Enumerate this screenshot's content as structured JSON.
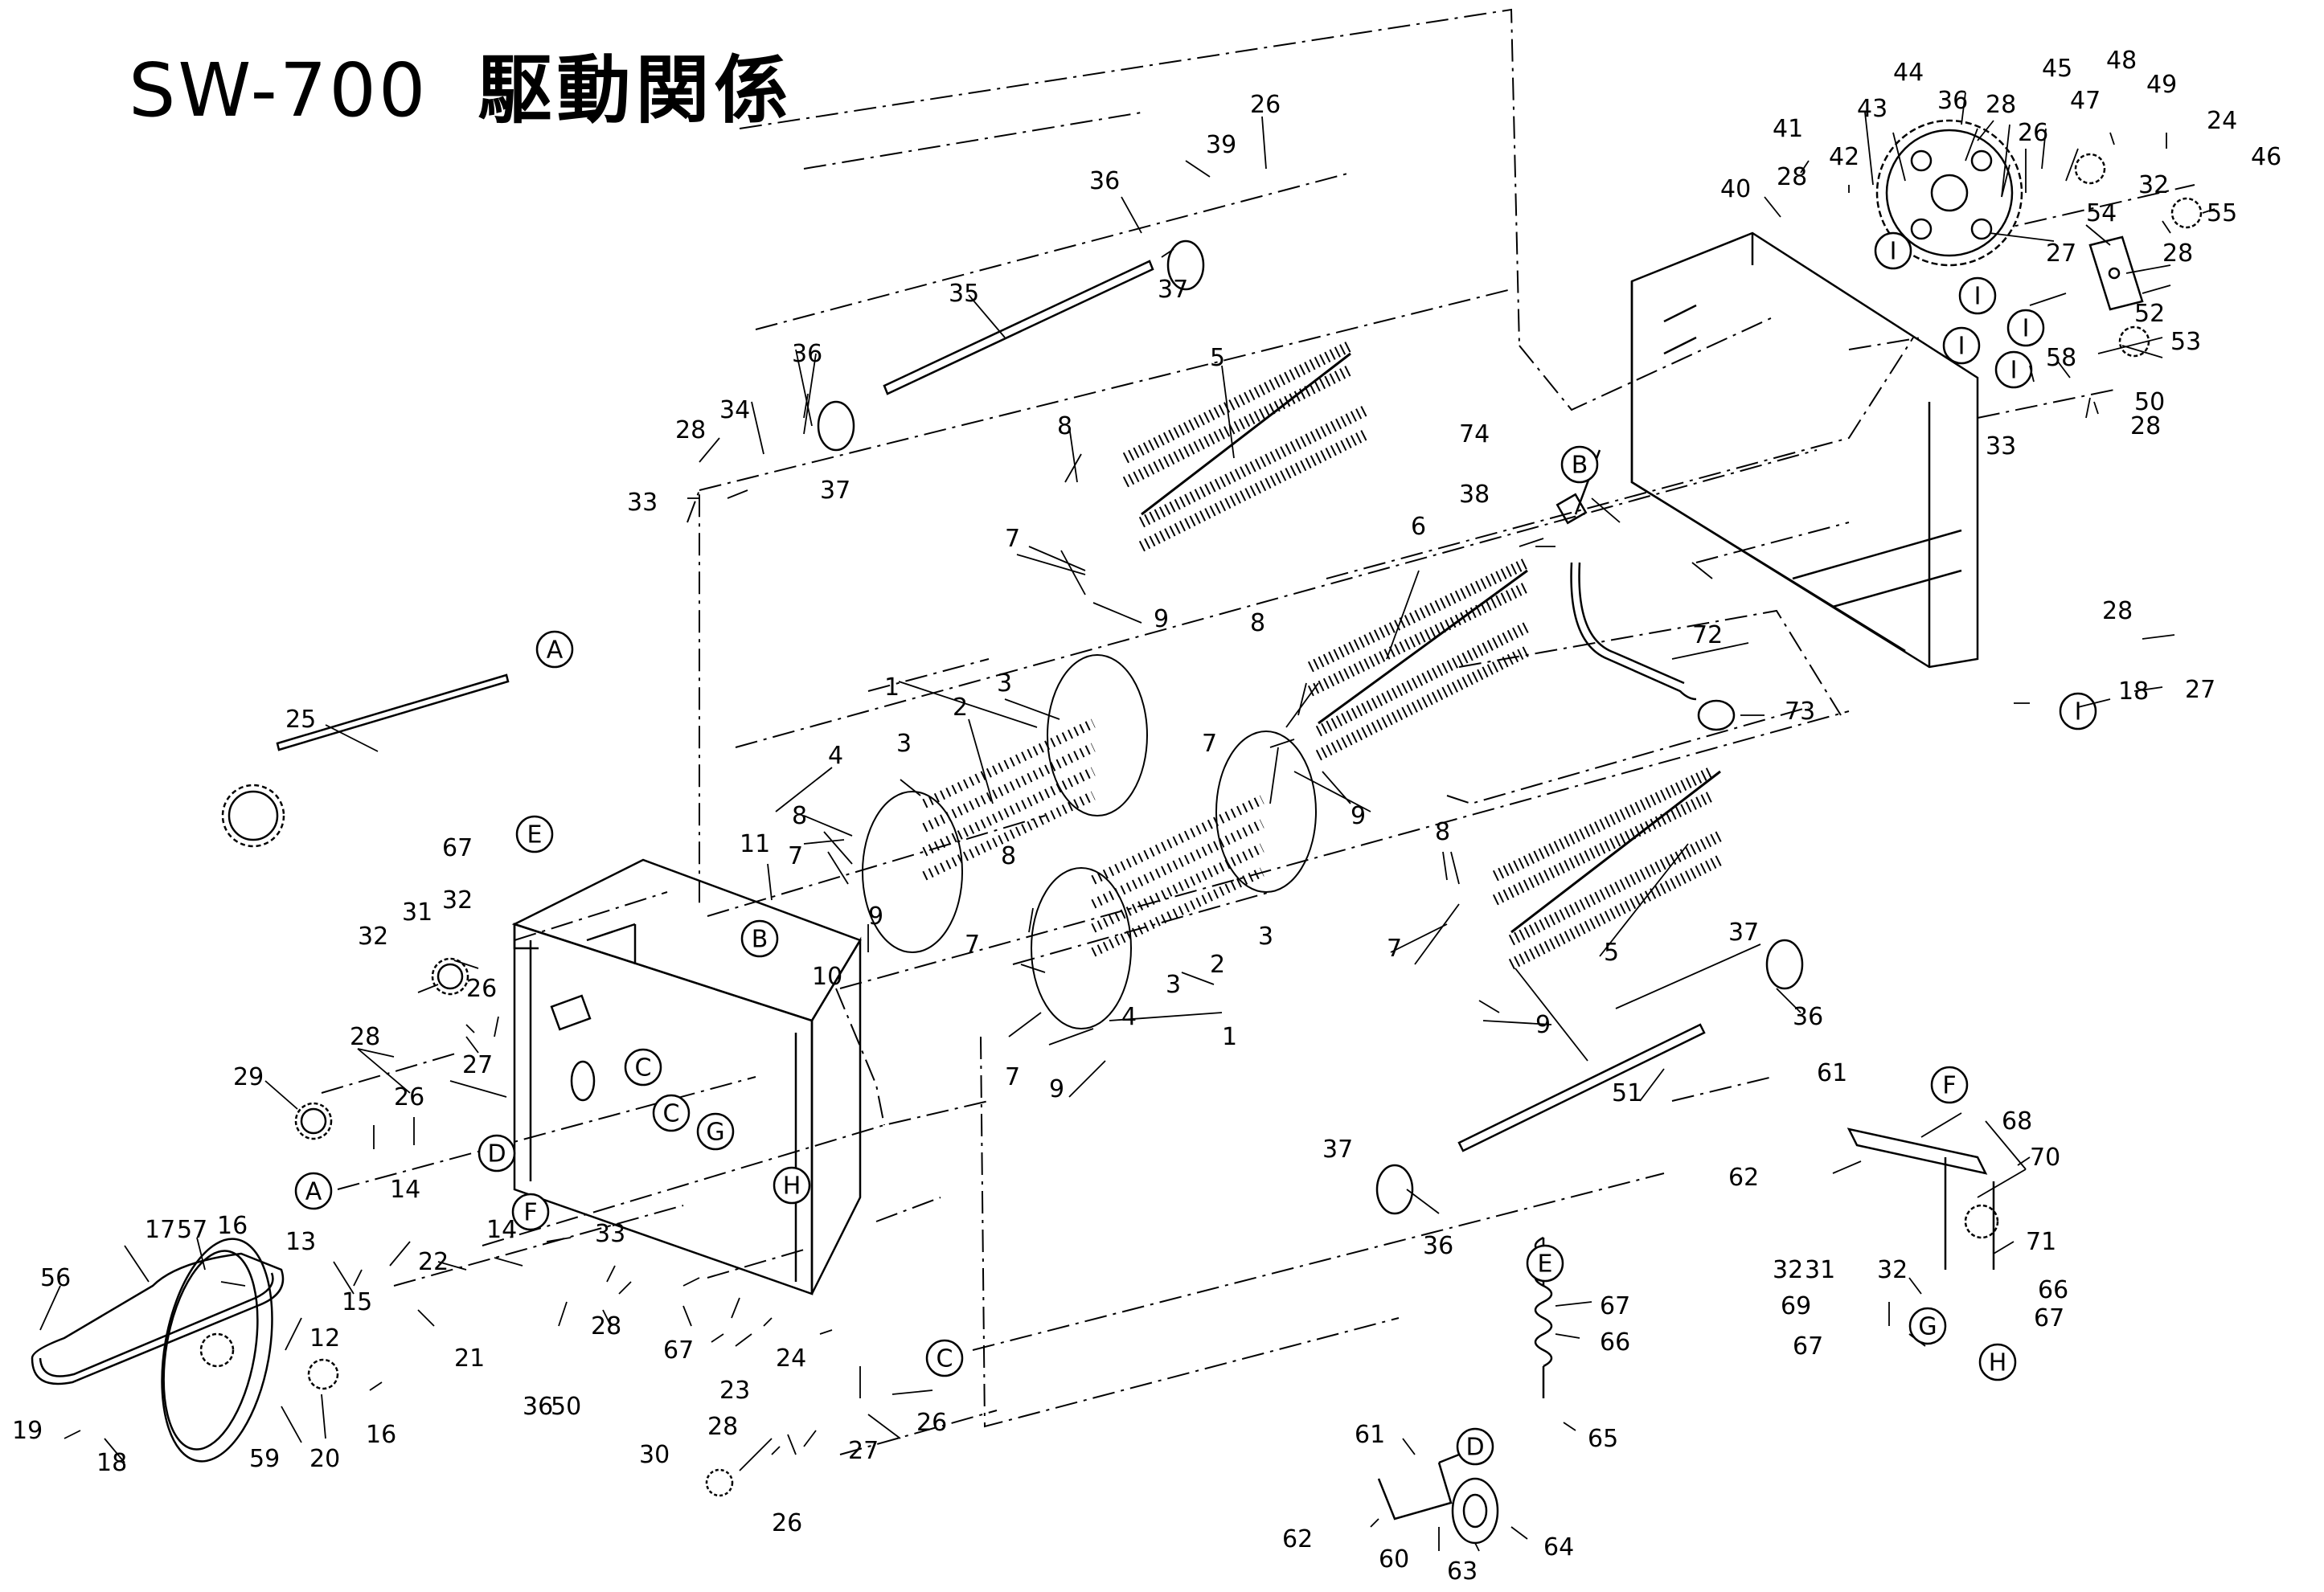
{
  "title": {
    "model": "SW-700",
    "subject": "駆動関係"
  },
  "part_numbers": [
    "1",
    "2",
    "3",
    "4",
    "5",
    "6",
    "7",
    "8",
    "9",
    "10",
    "11",
    "12",
    "13",
    "14",
    "15",
    "16",
    "17",
    "18",
    "19",
    "20",
    "21",
    "22",
    "23",
    "24",
    "25",
    "26",
    "27",
    "28",
    "29",
    "30",
    "31",
    "32",
    "33",
    "34",
    "35",
    "36",
    "37",
    "38",
    "39",
    "40",
    "41",
    "42",
    "43",
    "44",
    "45",
    "46",
    "47",
    "48",
    "49",
    "50",
    "51",
    "52",
    "53",
    "54",
    "55",
    "56",
    "57",
    "58",
    "59",
    "60",
    "61",
    "62",
    "63",
    "64",
    "65",
    "66",
    "67",
    "68",
    "69",
    "70",
    "71",
    "72",
    "73",
    "74"
  ],
  "reference_letters": [
    "A",
    "B",
    "C",
    "D",
    "E",
    "F",
    "G",
    "H",
    "I"
  ],
  "colors": {
    "line": "#000000",
    "background": "#ffffff"
  }
}
